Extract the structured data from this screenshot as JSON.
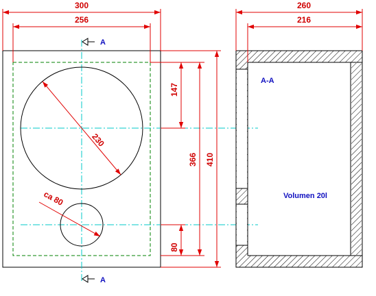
{
  "dimensions": {
    "front_outer_width": "300",
    "front_inner_width": "256",
    "side_outer_width": "260",
    "side_inner_width": "216",
    "top_to_woofer_center": "147",
    "inner_height": "366",
    "outer_height": "410",
    "bottom_to_port_center": "80",
    "woofer_diameter": "230",
    "port_diameter": "ca 80"
  },
  "section": {
    "marker_top": "A",
    "marker_bottom": "A",
    "title": "A-A",
    "volume_label": "Volumen 20l"
  },
  "colors": {
    "outline": "#000000",
    "dimension": "#e00000",
    "centerline": "#00c8c8",
    "hidden_line": "#008000",
    "section_text": "#1010c0"
  }
}
